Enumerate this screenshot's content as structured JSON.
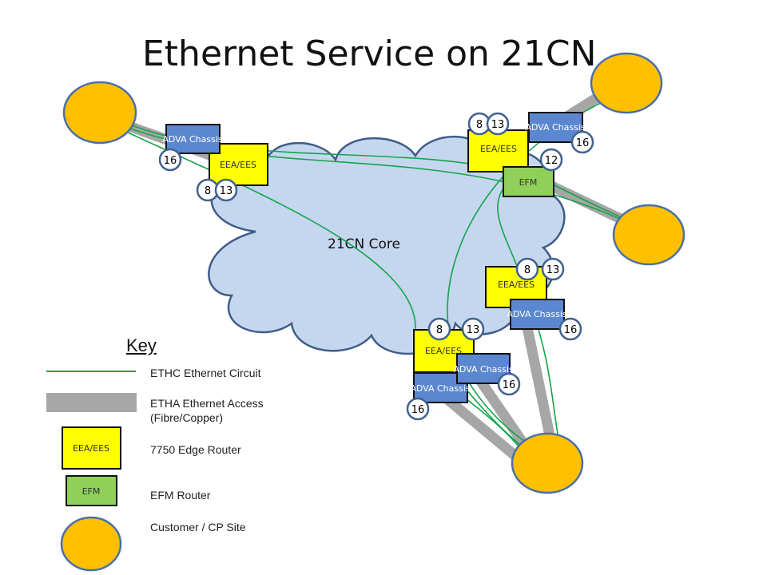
{
  "title": "Ethernet Service on 21CN",
  "core_label": "21CN Core",
  "labels": {
    "adva": "ADVA Chassis",
    "eea": "EEA/EES",
    "efm": "EFM"
  },
  "badges": {
    "topleft_16": "16",
    "topleft_8": "8",
    "topleft_13": "13",
    "topright_8": "8",
    "topright_13": "13",
    "topright_16": "16",
    "topright_12": "12",
    "midright_8": "8",
    "midright_13": "13",
    "midright_16": "16",
    "bottom_8": "8",
    "bottom_13": "13",
    "bottom_16a": "16",
    "bottom_16b": "16"
  },
  "key": {
    "title": "Key",
    "ethc": "ETHC Ethernet Circuit",
    "etha_line1": "ETHA Ethernet Access",
    "etha_line2": "(Fibre/Copper)",
    "eea_box": "EEA/EES",
    "eea_desc": "7750 Edge Router",
    "efm_box": "EFM",
    "efm_desc": "EFM Router",
    "site_desc": "Customer / CP Site"
  },
  "colors": {
    "cloud_fill": "#c5d7ef",
    "cloud_stroke": "#3f5d8a",
    "eea_fill": "#ffff00",
    "adva_fill": "#5b87d0",
    "efm_fill": "#8fd05a",
    "site_fill": "#ffc000",
    "site_stroke": "#4a6fa8",
    "circuit": "#16a34a",
    "access": "#a6a6a6",
    "badge_stroke": "#41628f"
  }
}
